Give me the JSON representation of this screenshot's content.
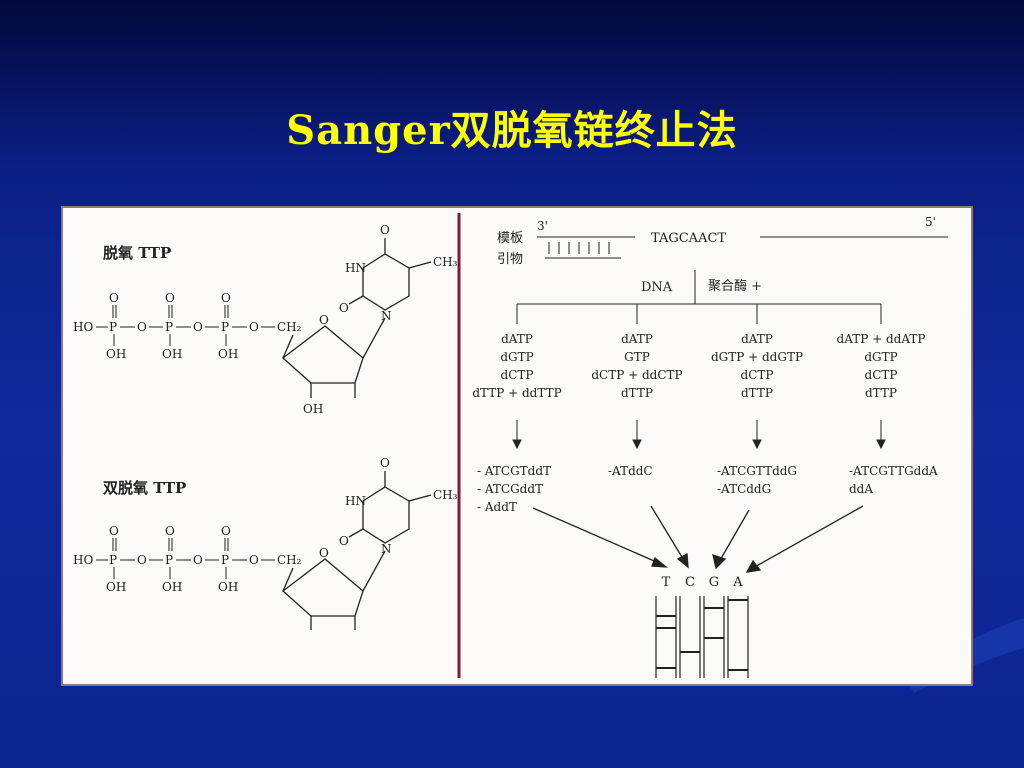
{
  "slide": {
    "title": "Sanger双脱氧链终止法",
    "background_color": "#0f2a9a",
    "title_color": "#ffff00"
  },
  "left_panel": {
    "deoxy_label": "脱氧 TTP",
    "dideoxy_label": "双脱氧 TTP",
    "atoms": {
      "ho": "HO",
      "p": "P",
      "o": "O",
      "oh": "OH",
      "ch2": "CH₂",
      "ch3": "CH₃",
      "hn": "HN",
      "n": "N"
    }
  },
  "right_panel": {
    "template_label": "模板",
    "primer_label": "引物",
    "end3": "3'",
    "end5": "5'",
    "template_seq": "TAGCAACT",
    "dna_label": "DNA",
    "polymerase_label": "聚合酶 +",
    "reactions": [
      {
        "lines": [
          "dATP",
          "dGTP",
          "dCTP",
          "dTTP + ddTTP"
        ],
        "products": [
          "- ATCGTddT",
          "- ATCGddT",
          "- AddT"
        ]
      },
      {
        "lines": [
          "dATP",
          "GTP",
          "dCTP + ddCTP",
          "dTTP"
        ],
        "products": [
          "-ATddC"
        ]
      },
      {
        "lines": [
          "dATP",
          "dGTP + ddGTP",
          "dCTP",
          "dTTP"
        ],
        "products": [
          "-ATCGTTddG",
          "-ATCddG"
        ]
      },
      {
        "lines": [
          "dATP + ddATP",
          "dGTP",
          "dCTP",
          "dTTP"
        ],
        "products": [
          "-ATCGTTGddA",
          "ddA"
        ]
      }
    ],
    "gel_lanes": [
      "T",
      "C",
      "G",
      "A"
    ]
  }
}
